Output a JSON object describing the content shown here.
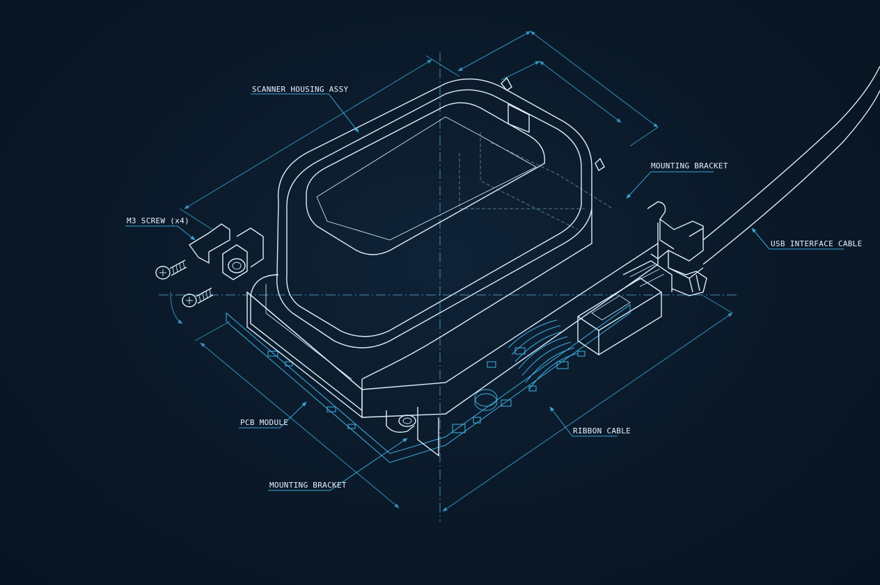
{
  "drawing": {
    "labels": {
      "scanner_housing": "SCANNER HOUSING ASSY",
      "mounting_bracket_right": "MOUNTING BRACKET",
      "m3_screw": "M3 SCREW (x4)",
      "usb_cable": "USB INTERFACE CABLE",
      "pcb_module": "PCB MODULE",
      "ribbon_cable": "RIBBON CABLE",
      "mounting_bracket_bottom": "MOUNTING BRACKET"
    },
    "colors": {
      "background": "#0b1a2a",
      "line_white": "#dfeefa",
      "line_cyan": "#3fb3e6",
      "dimension": "#3aa6d8"
    }
  }
}
